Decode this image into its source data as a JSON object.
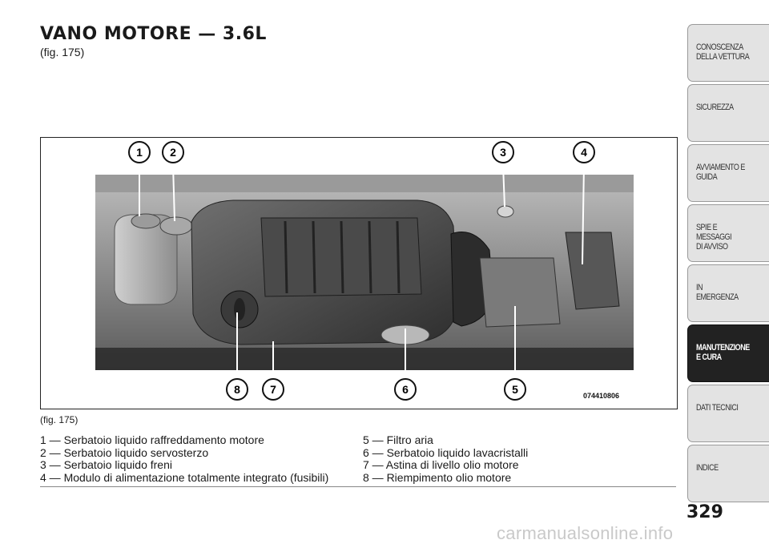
{
  "page": {
    "title": "VANO MOTORE — 3.6L",
    "subtitle": "(fig. 175)",
    "page_number": "329",
    "watermark": "carmanualsonline.info"
  },
  "figure": {
    "code": "074410806",
    "caption": "(fig. 175)",
    "callouts": [
      "1",
      "2",
      "3",
      "4",
      "5",
      "6",
      "7",
      "8"
    ]
  },
  "legend": {
    "left": [
      "1 — Serbatoio liquido raffreddamento motore",
      "2 — Serbatoio liquido servosterzo",
      "3 — Serbatoio liquido freni",
      "4 — Modulo di alimentazione totalmente integrato (fusibili)"
    ],
    "right": [
      "5 — Filtro aria",
      "6 — Serbatoio liquido lavacristalli",
      "7 — Astina di livello olio motore",
      "8 — Riempimento olio motore"
    ]
  },
  "sidebar": {
    "tabs": [
      {
        "label": "CONOSCENZA\nDELLA VETTURA",
        "active": false
      },
      {
        "label": "SICUREZZA",
        "active": false
      },
      {
        "label": "AVVIAMENTO E\nGUIDA",
        "active": false
      },
      {
        "label": "SPIE E\nMESSAGGI\nDI AVVISO",
        "active": false
      },
      {
        "label": "IN\nEMERGENZA",
        "active": false
      },
      {
        "label": "MANUTENZIONE\nE CURA",
        "active": true
      },
      {
        "label": "DATI TECNICI",
        "active": false
      },
      {
        "label": "INDICE",
        "active": false
      }
    ]
  }
}
